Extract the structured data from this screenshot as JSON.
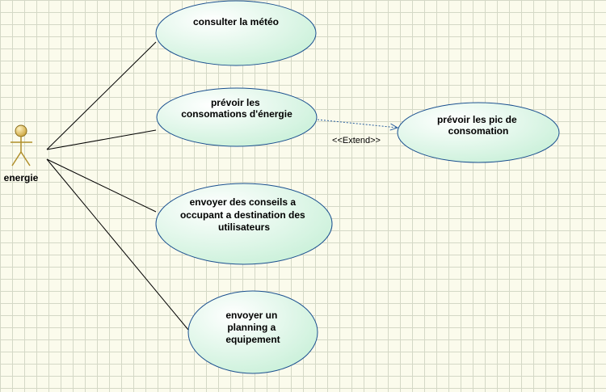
{
  "actor": {
    "name": "energie"
  },
  "use_cases": {
    "meteo": [
      "consulter la météo"
    ],
    "prevoir": [
      "prévoir les",
      "consomations d'énergie"
    ],
    "pic": [
      "prévoir les pic de",
      "consomation"
    ],
    "conseils": [
      "envoyer des conseils a",
      "occupant a destination des",
      "utilisateurs"
    ],
    "planning": [
      "envoyer un",
      "planning a",
      "equipement"
    ]
  },
  "relations": {
    "extend_label": "<<Extend>>"
  },
  "colors": {
    "usecase_fill_start": "#ffffff",
    "usecase_fill_end": "#c8f0d8",
    "usecase_stroke": "#1a4f8f",
    "actor_head": "#d4b24a",
    "actor_body": "#b08f2a",
    "line": "#000000",
    "extend_line": "#2a5f9f"
  }
}
